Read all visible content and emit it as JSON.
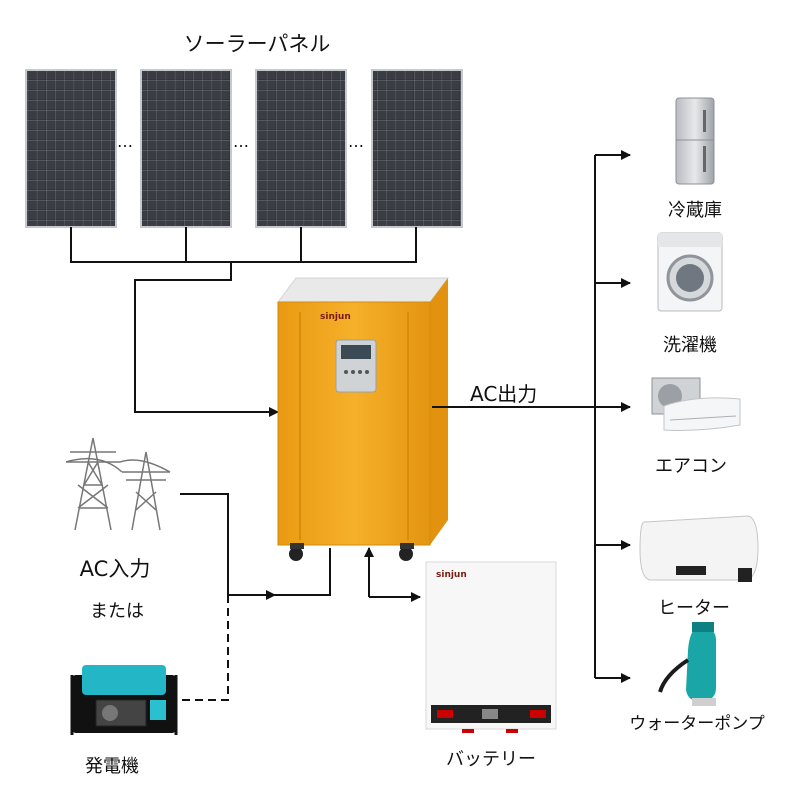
{
  "labels": {
    "solar_panels": "ソーラーパネル",
    "ac_output": "AC出力",
    "ac_input": "AC入力",
    "or": "または",
    "generator": "発電機",
    "battery": "バッテリー"
  },
  "panel_gap_marker": "…",
  "brand": "sinjun",
  "appliances": [
    {
      "name": "fridge",
      "label": "冷蔵庫"
    },
    {
      "name": "washing-machine",
      "label": "洗濯機"
    },
    {
      "name": "air-conditioner",
      "label": "エアコン"
    },
    {
      "name": "water-heater",
      "label": "ヒーター"
    },
    {
      "name": "water-pump",
      "label": "ウォーターポンプ"
    }
  ],
  "colors": {
    "inverter_orange": "#f4a81c",
    "inverter_edge": "#d58a0a",
    "panel_dark": "#2a2d31",
    "line": "#111111",
    "pump_teal": "#1aa6a6"
  },
  "icons": {
    "solar_panel": "solar-panel-icon",
    "pylon": "power-pylon-icon",
    "generator": "generator-icon",
    "inverter": "inverter-icon",
    "battery": "battery-icon"
  }
}
